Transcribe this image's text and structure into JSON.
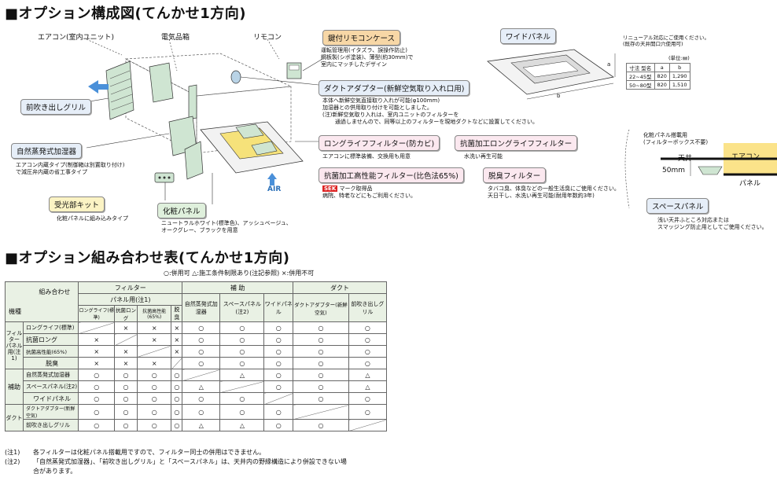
{
  "section1_title": "■オプション構成図(てんかせ1方向)",
  "section2_title": "■オプション組み合わせ表(てんかせ1方向)",
  "diagram_labels": {
    "aircon": "エアコン(室内ユニット)",
    "electrical_box": "電気品箱",
    "remote": "リモコン",
    "air": "AIR"
  },
  "keyed_remote_case": {
    "title": "鍵付リモコンケース",
    "desc": [
      "運転管理用(イタズラ、誤操作防止)",
      "鋼板製(シボ塗装)、薄型(約30mm)で",
      "室内にマッチしたデザイン"
    ]
  },
  "duct_adapter": {
    "title": "ダクトアダプター(新鮮空気取り入れ口用)",
    "desc": [
      "本体へ新鮮空気直接取り入れが可能(φ100mm)",
      "加湿器との併用取り付けを可能としました。",
      "(注)新鮮空気取り入れは、室内ユニットのフィルターを",
      "通過しませんので、同等以上のフィルターを現地ダクトなどに設置してください。"
    ]
  },
  "front_grill": {
    "title": "前吹き出しグリル"
  },
  "humidifier": {
    "title": "自然蒸発式加湿器",
    "desc": [
      "エアコン内蔵タイプ(制御箱は別置取り付け)",
      "で減圧弁内蔵の省工事タイプ"
    ]
  },
  "receiver_kit": {
    "title": "受光部キット",
    "desc": "化粧パネルに組み込みタイプ"
  },
  "panel": {
    "title": "化粧パネル",
    "desc": [
      "ニュートラルホワイト(標準色)、アッシュベージュ、",
      "オークグレー、ブラックを用意"
    ]
  },
  "long_life_filter": {
    "title": "ロングライフフィルター(防カビ)",
    "desc": "エアコンに標準装備、交換用も用意"
  },
  "antibac_long_filter": {
    "title": "抗菌加工ロングライフフィルター",
    "desc": "水洗い再生可能"
  },
  "antibac_hp_filter": {
    "title": "抗菌加工高性能フィルター(比色法65%)",
    "sek": "SEK",
    "desc": [
      "マーク取得品",
      "病院、特老などにもご利用ください。"
    ]
  },
  "deodor_filter": {
    "title": "脱臭フィルター",
    "desc": [
      "タバコ臭、体臭などの一般生活臭にご使用ください。",
      "天日干し、水洗い再生可能(耐用年数約3年)"
    ]
  },
  "wide_panel": {
    "title": "ワイドパネル",
    "note": [
      "リニューアル対応にご使用ください。",
      "(既存の天井開口穴使用可)"
    ],
    "unit": "(単位:㎜)",
    "header": [
      "寸法 型名",
      "a",
      "b"
    ],
    "rows": [
      [
        "22~45型",
        "820",
        "1,290"
      ],
      [
        "50~80型",
        "820",
        "1,510"
      ]
    ],
    "dim_a": "a",
    "dim_b": "b"
  },
  "space_panel": {
    "title": "スペースパネル",
    "head": [
      "化粧パネル搭載用",
      "(フィルターボックス不要)"
    ],
    "ceiling": "天井",
    "aircon": "エアコン",
    "panel": "パネル",
    "height": "50mm",
    "desc": [
      "浅い天井ふところ対応または",
      "スマッジング防止用としてご使用ください。"
    ]
  },
  "legend": "○:併用可 △:施工条件制限あり(注記参照) ×:併用不可",
  "table": {
    "corner_top": "組み合わせ",
    "corner_bottom": "機種",
    "groups": [
      "フィルター",
      "補 助",
      "ダクト"
    ],
    "sub_group": "パネル用(注1)",
    "columns": [
      "ロングライフ(標準)",
      "抗菌ロング",
      "抗菌高性能(65%)",
      "脱臭",
      "自然蒸発式加湿器",
      "スペースパネル(注2)",
      "ワイドパネル",
      "ダクトアダプター(新鮮空気)",
      "前吹き出しグリル"
    ],
    "row_groups": [
      "フィルター パネル用(注1)",
      "補助",
      "ダクト"
    ],
    "rows": [
      {
        "label": "ロングライフ(標準)",
        "cells": [
          "",
          "×",
          "×",
          "×",
          "○",
          "○",
          "○",
          "○",
          "○"
        ]
      },
      {
        "label": "抗菌ロング",
        "cells": [
          "×",
          "",
          "×",
          "×",
          "○",
          "○",
          "○",
          "○",
          "○"
        ]
      },
      {
        "label": "抗菌高性能(65%)",
        "cells": [
          "×",
          "×",
          "",
          "×",
          "○",
          "○",
          "○",
          "○",
          "○"
        ]
      },
      {
        "label": "脱臭",
        "cells": [
          "×",
          "×",
          "×",
          "",
          "○",
          "○",
          "○",
          "○",
          "○"
        ]
      },
      {
        "label": "自然蒸発式加湿器",
        "cells": [
          "○",
          "○",
          "○",
          "○",
          "",
          "△",
          "○",
          "○",
          "△"
        ]
      },
      {
        "label": "スペースパネル(注2)",
        "cells": [
          "○",
          "○",
          "○",
          "○",
          "△",
          "",
          "○",
          "○",
          "△"
        ]
      },
      {
        "label": "ワイドパネル",
        "cells": [
          "○",
          "○",
          "○",
          "○",
          "○",
          "○",
          "",
          "○",
          "○"
        ]
      },
      {
        "label": "ダクトアダプター(新鮮空気)",
        "cells": [
          "○",
          "○",
          "○",
          "○",
          "○",
          "○",
          "○",
          "",
          "○"
        ]
      },
      {
        "label": "前吹き出しグリル",
        "cells": [
          "○",
          "○",
          "○",
          "○",
          "△",
          "△",
          "○",
          "○",
          ""
        ]
      }
    ]
  },
  "notes": [
    {
      "mark": "(注1)",
      "text": "各フィルターは化粧パネル搭載用ですので、フィルター同士の併用はできません。"
    },
    {
      "mark": "(注2)",
      "text": "「自然蒸発式加湿器」、「前吹き出しグリル」と「スペースパネル」は、天井内の野縁構造により併設できない場"
    },
    {
      "mark": "",
      "text": "合があります。"
    }
  ],
  "colors": {
    "green_fill": "#cfe5d2",
    "tag_orange": "#f7d7a6",
    "tag_blue": "#e6eef8",
    "table_header": "#e9f1e4",
    "blue_arrow": "#4a90d9"
  }
}
